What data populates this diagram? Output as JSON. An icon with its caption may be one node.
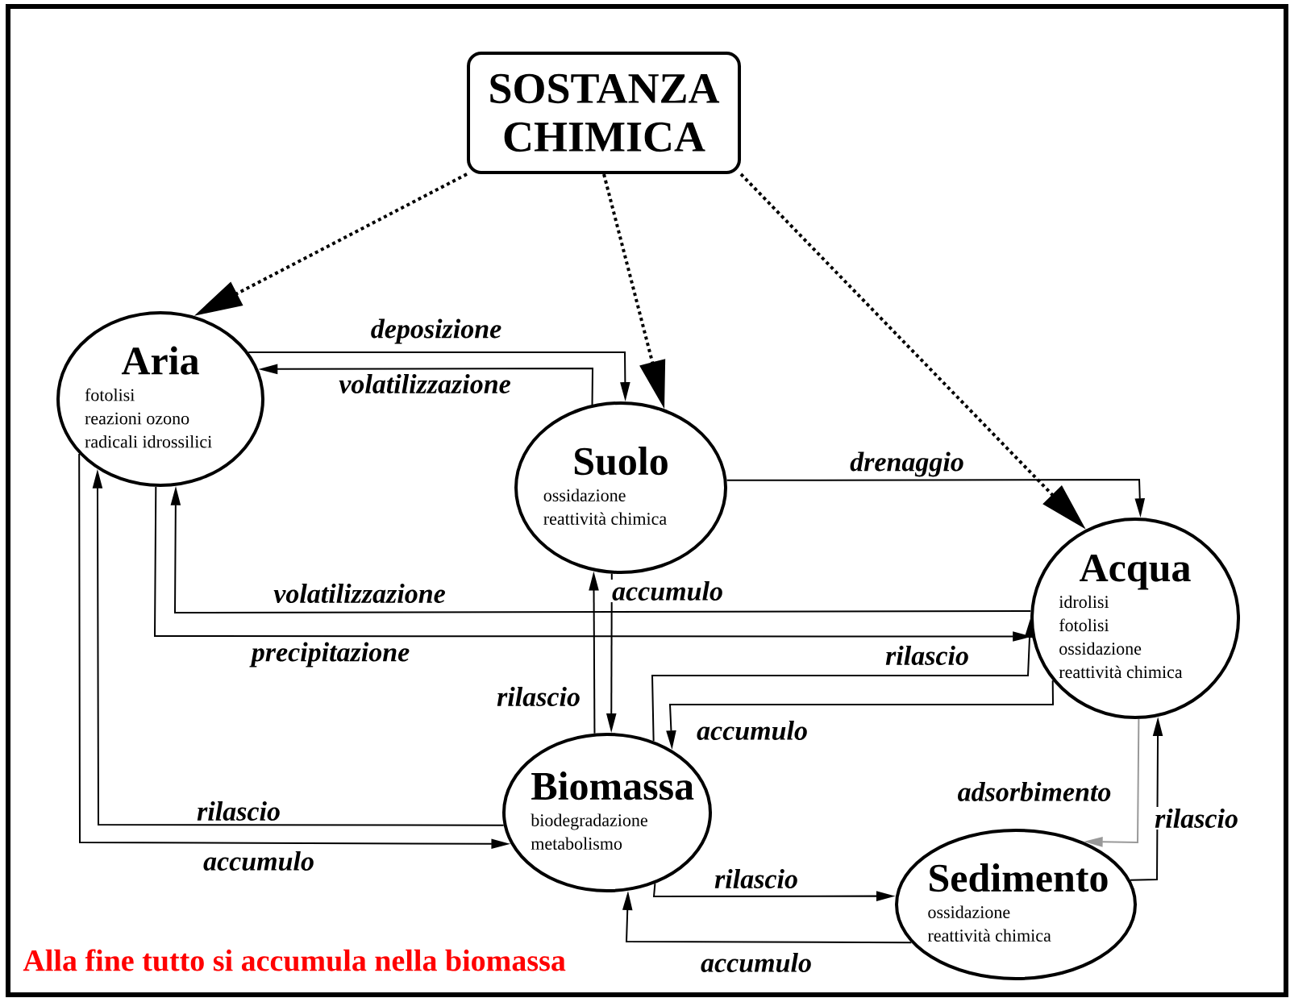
{
  "diagram": {
    "caption": "Alla fine tutto si accumula nella biomassa",
    "nodes": [
      {
        "text": [
          "SOSTANZA CHIMICA"
        ]
      },
      {
        "text": [
          "Aria",
          "fotolisi",
          "reazioni ozono",
          "radicali idrossilici"
        ]
      },
      {
        "text": [
          "Suolo",
          "ossidazione",
          "reattività chimica"
        ]
      },
      {
        "text": [
          "Acqua",
          "idrolisi",
          "fotolisi",
          "ossidazione",
          "reattività chimica"
        ]
      },
      {
        "text": [
          "Biomassa",
          "biodegradazione",
          "metabolismo"
        ]
      },
      {
        "text": [
          "Sedimento",
          "ossidazione",
          "reattività chimica"
        ]
      }
    ],
    "edges": [
      {
        "from": 0,
        "to": 1,
        "arrow": "to",
        "style": "dashed"
      },
      {
        "from": 0,
        "to": 2,
        "arrow": "to",
        "style": "dashed"
      },
      {
        "from": 0,
        "to": 3,
        "arrow": "to",
        "style": "dashed"
      },
      {
        "from": 1,
        "to": 2,
        "arrow": "to",
        "label": "deposizione"
      },
      {
        "from": 2,
        "to": 1,
        "arrow": "to",
        "label": "volatilizzazione"
      },
      {
        "from": 2,
        "to": 3,
        "arrow": "to",
        "label": "drenaggio"
      },
      {
        "from": 3,
        "to": 1,
        "arrow": "to",
        "label": "volatilizzazione"
      },
      {
        "from": 1,
        "to": 3,
        "arrow": "to",
        "label": "precipitazione"
      },
      {
        "from": 4,
        "to": 2,
        "arrow": "to",
        "label": "rilascio"
      },
      {
        "from": 2,
        "to": 4,
        "arrow": "to",
        "label": "accumulo"
      },
      {
        "from": 4,
        "to": 3,
        "arrow": "to",
        "label": "rilascio"
      },
      {
        "from": 3,
        "to": 4,
        "arrow": "to",
        "label": "accumulo"
      },
      {
        "from": 4,
        "to": 1,
        "arrow": "to",
        "label": "rilascio"
      },
      {
        "from": 1,
        "to": 4,
        "arrow": "to",
        "label": "accumulo"
      },
      {
        "from": 4,
        "to": 5,
        "arrow": "to",
        "label": "rilascio"
      },
      {
        "from": 5,
        "to": 4,
        "arrow": "to",
        "label": "accumulo"
      },
      {
        "from": 3,
        "to": 5,
        "arrow": "to",
        "label": "adsorbimento",
        "color": "#999999"
      },
      {
        "from": 5,
        "to": 3,
        "arrow": "to",
        "label": "rilascio"
      }
    ]
  }
}
